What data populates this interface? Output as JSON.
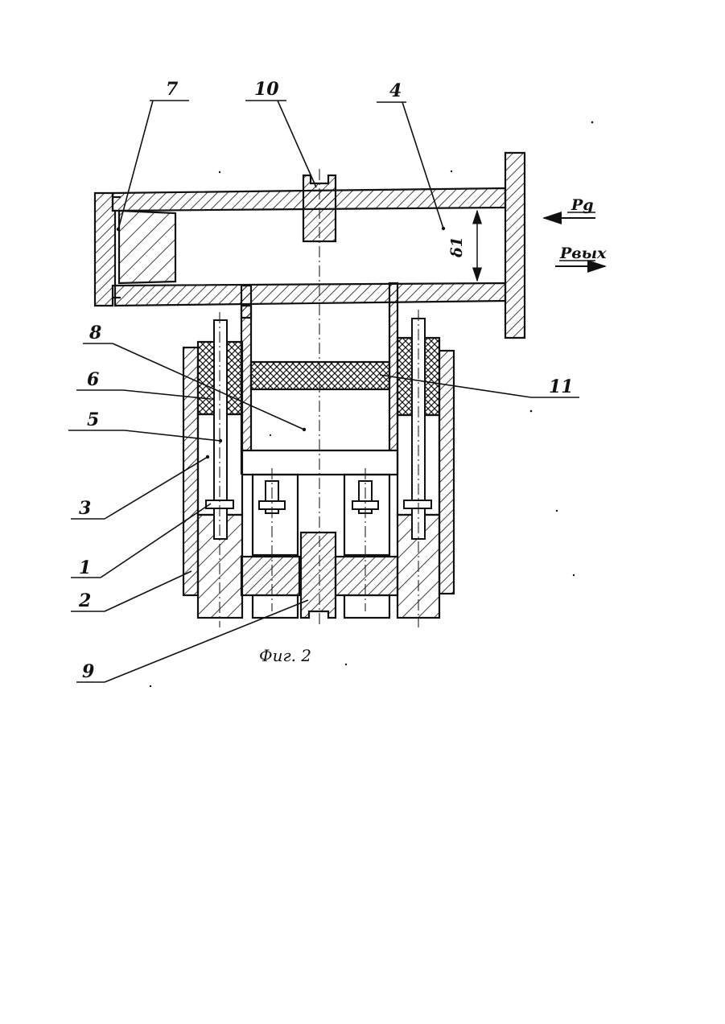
{
  "figure": {
    "caption": "Фиг. 2",
    "labels": {
      "l1": "1",
      "l2": "2",
      "l3": "3",
      "l4": "4",
      "l5": "5",
      "l6": "6",
      "l7": "7",
      "l8": "8",
      "l9": "9",
      "l10": "10",
      "l11": "11",
      "gap": "δ1",
      "p_in": "Pg",
      "p_out": "Pвых"
    }
  }
}
